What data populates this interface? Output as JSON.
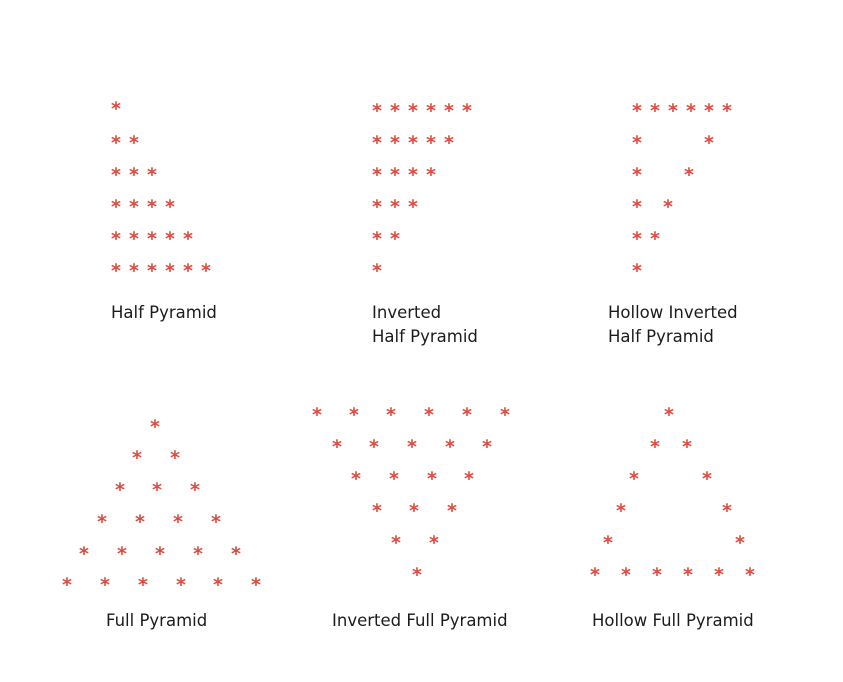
{
  "colors": {
    "star": "#e04a3f",
    "text": "#1b1b1b",
    "background": "#ffffff"
  },
  "symbol": "*",
  "patterns": [
    {
      "id": "half-pyramid",
      "caption": [
        "Half Pyramid"
      ]
    },
    {
      "id": "inverted-half-pyramid",
      "caption": [
        "Inverted",
        "Half Pyramid"
      ]
    },
    {
      "id": "hollow-inverted-half-pyramid",
      "caption": [
        "Hollow Inverted",
        "Half Pyramid"
      ]
    },
    {
      "id": "full-pyramid",
      "caption": [
        "Full Pyramid"
      ]
    },
    {
      "id": "inverted-full-pyramid",
      "caption": [
        "Inverted Full Pyramid"
      ]
    },
    {
      "id": "hollow-full-pyramid",
      "caption": [
        "Hollow Full Pyramid"
      ]
    }
  ]
}
